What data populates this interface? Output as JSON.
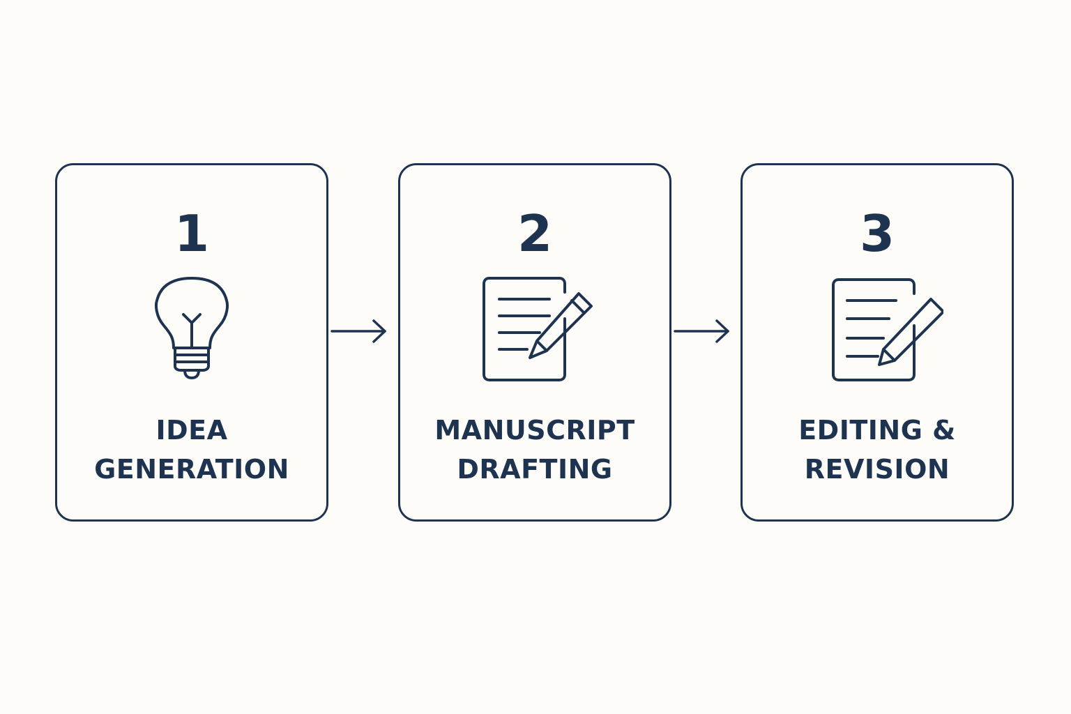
{
  "theme": {
    "background": "#fdfcf8",
    "ink": "#1e3350"
  },
  "steps": [
    {
      "number": "1",
      "icon": "lightbulb-icon",
      "label_line1": "IDEA",
      "label_line2": "GENERATION"
    },
    {
      "number": "2",
      "icon": "document-pencil-icon",
      "label_line1": "MANUSCRIPT",
      "label_line2": "DRAFTING"
    },
    {
      "number": "3",
      "icon": "document-pencil-icon",
      "label_line1": "EDITING &",
      "label_line2": "REVISION"
    }
  ],
  "connectors": [
    {
      "icon": "arrow-right-icon"
    },
    {
      "icon": "arrow-right-icon"
    }
  ]
}
